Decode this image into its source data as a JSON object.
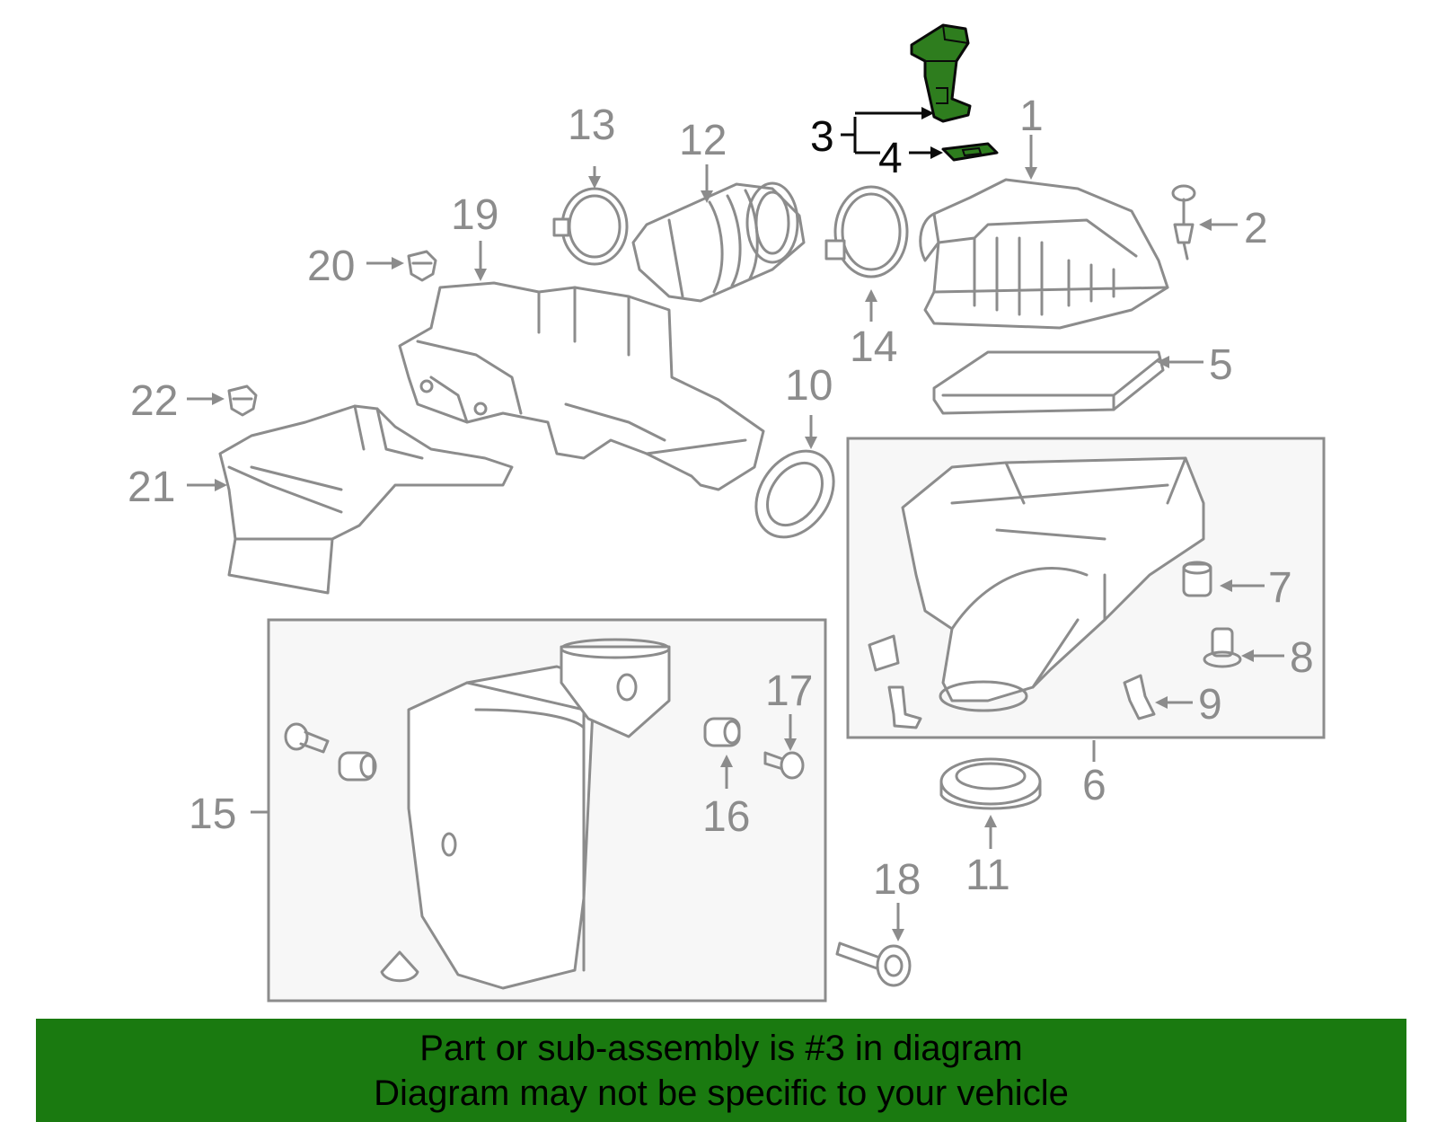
{
  "callouts": {
    "c1": "1",
    "c2": "2",
    "c3": "3",
    "c4": "4",
    "c5": "5",
    "c6": "6",
    "c7": "7",
    "c8": "8",
    "c9": "9",
    "c10": "10",
    "c11": "11",
    "c12": "12",
    "c13": "13",
    "c14": "14",
    "c15": "15",
    "c16": "16",
    "c17": "17",
    "c18": "18",
    "c19": "19",
    "c20": "20",
    "c21": "21",
    "c22": "22"
  },
  "banner": {
    "line1": "Part or sub-assembly is #3 in diagram",
    "line2": "Diagram may not be specific to your vehicle"
  },
  "colors": {
    "highlight": "#2e7d1e",
    "banner": "#1a7a10",
    "line_art": "#8c8c8c"
  }
}
